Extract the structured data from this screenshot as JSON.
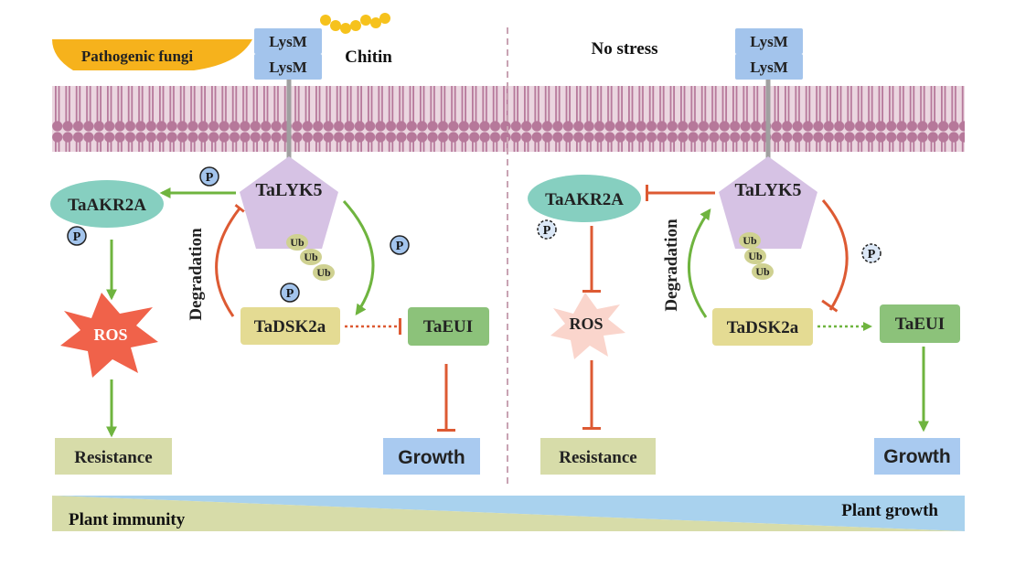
{
  "left": {
    "fungi": "Pathogenic fungi",
    "chitin": "Chitin",
    "lysm_top": "LysM",
    "lysm_bottom": "LysM",
    "lyk5": "TaLYK5",
    "akr2a": "TaAKR2A",
    "dsk2a": "TaDSK2a",
    "eui": "TaEUI",
    "ros": "ROS",
    "degradation": "Degradation",
    "resistance": "Resistance",
    "growth": "Growth",
    "ub": [
      "Ub",
      "Ub",
      "Ub"
    ],
    "p": "P"
  },
  "right": {
    "no_stress": "No stress",
    "lysm_top": "LysM",
    "lysm_bottom": "LysM",
    "lyk5": "TaLYK5",
    "akr2a": "TaAKR2A",
    "dsk2a": "TaDSK2a",
    "eui": "TaEUI",
    "ros": "ROS",
    "degradation": "Degradation",
    "resistance": "Resistance",
    "growth": "Growth",
    "ub": [
      "Ub",
      "Ub",
      "Ub"
    ],
    "p": "P"
  },
  "bottom": {
    "immunity": "Plant immunity",
    "growth": "Plant growth"
  },
  "colors": {
    "membrane": "#b6789a",
    "lysm": "#a3c4ec",
    "lyk5": "#d6c2e4",
    "akr2a": "#86cfc0",
    "dsk2a": "#e4db93",
    "eui": "#8cc27a",
    "ros_active": "#f0624a",
    "ros_inactive": "#fad5cc",
    "resistance_box": "#d7dca9",
    "growth_box": "#a9caf0",
    "fungi": "#f6b21c",
    "chitin": "#f6c21c",
    "activation": "#6fb43f",
    "inhibition": "#dd5a33",
    "divider": "#c9a3b3"
  }
}
